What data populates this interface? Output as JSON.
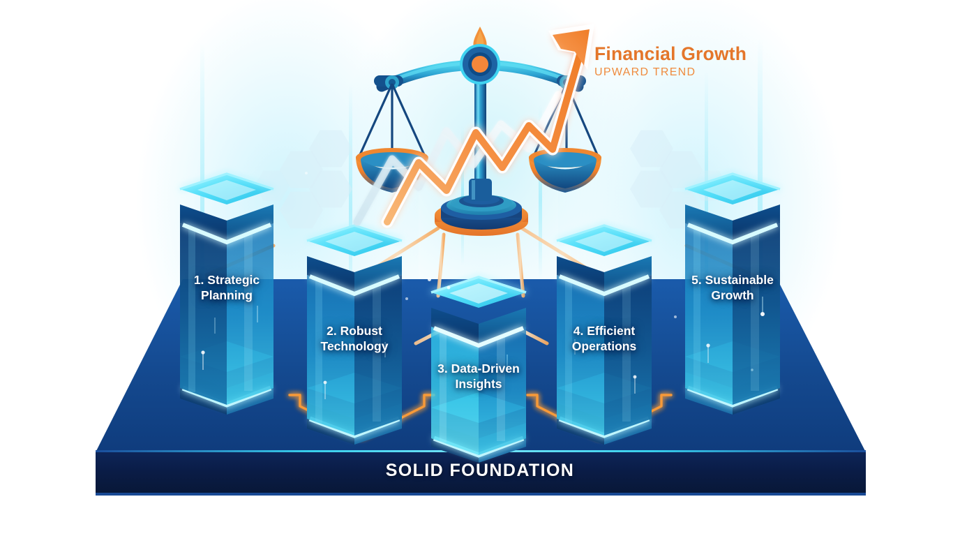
{
  "headline": {
    "title": "Financial Growth",
    "subtitle": "UPWARD TREND",
    "title_color": "#e4762a",
    "subtitle_color": "#ef8b3e"
  },
  "foundation": {
    "label": "SOLID FOUNDATION",
    "top_color": "#1a4f97",
    "face_color": "#0b1f4e",
    "edge_color": "#2fd4f0"
  },
  "icons": {
    "balance_scale": "balance-scale-icon",
    "growth_arrow": "upward-arrow-icon",
    "zigzag_line": "zigzag-trend-icon",
    "hub": "central-hub-icon",
    "hexagon_pattern": "hexagon-pattern-icon"
  },
  "pillars": [
    {
      "number": "1.",
      "name": "Strategic Planning",
      "label": "1. Strategic\nPlanning"
    },
    {
      "number": "2.",
      "name": "Robust Technology",
      "label": "2. Robust\nTechnology"
    },
    {
      "number": "3.",
      "name": "Data-Driven Insights",
      "label": "3. Data-Driven\nInsights"
    },
    {
      "number": "4.",
      "name": "Efficient Operations",
      "label": "4. Efficient\nOperations"
    },
    {
      "number": "5.",
      "name": "Sustainable Growth",
      "label": "5. Sustainable\nGrowth"
    }
  ],
  "colors": {
    "accent_orange": "#f2872f",
    "glow_cyan": "#3fe4fb",
    "pillar_blue": "#1f8fd0",
    "deep_navy": "#0b1f4e",
    "connector_orange": "#f6b36a"
  },
  "chart_data": {
    "type": "diagram",
    "title": "Financial Growth — Upward Trend",
    "subtitle": "Five pillars on a solid foundation",
    "categories": [
      "1. Strategic Planning",
      "2. Robust Technology",
      "3. Data-Driven Insights",
      "4. Efficient Operations",
      "5. Sustainable Growth"
    ],
    "foundation": "SOLID FOUNDATION",
    "annotations": [
      "Financial Growth",
      "UPWARD TREND",
      "SOLID FOUNDATION"
    ],
    "legend": []
  }
}
